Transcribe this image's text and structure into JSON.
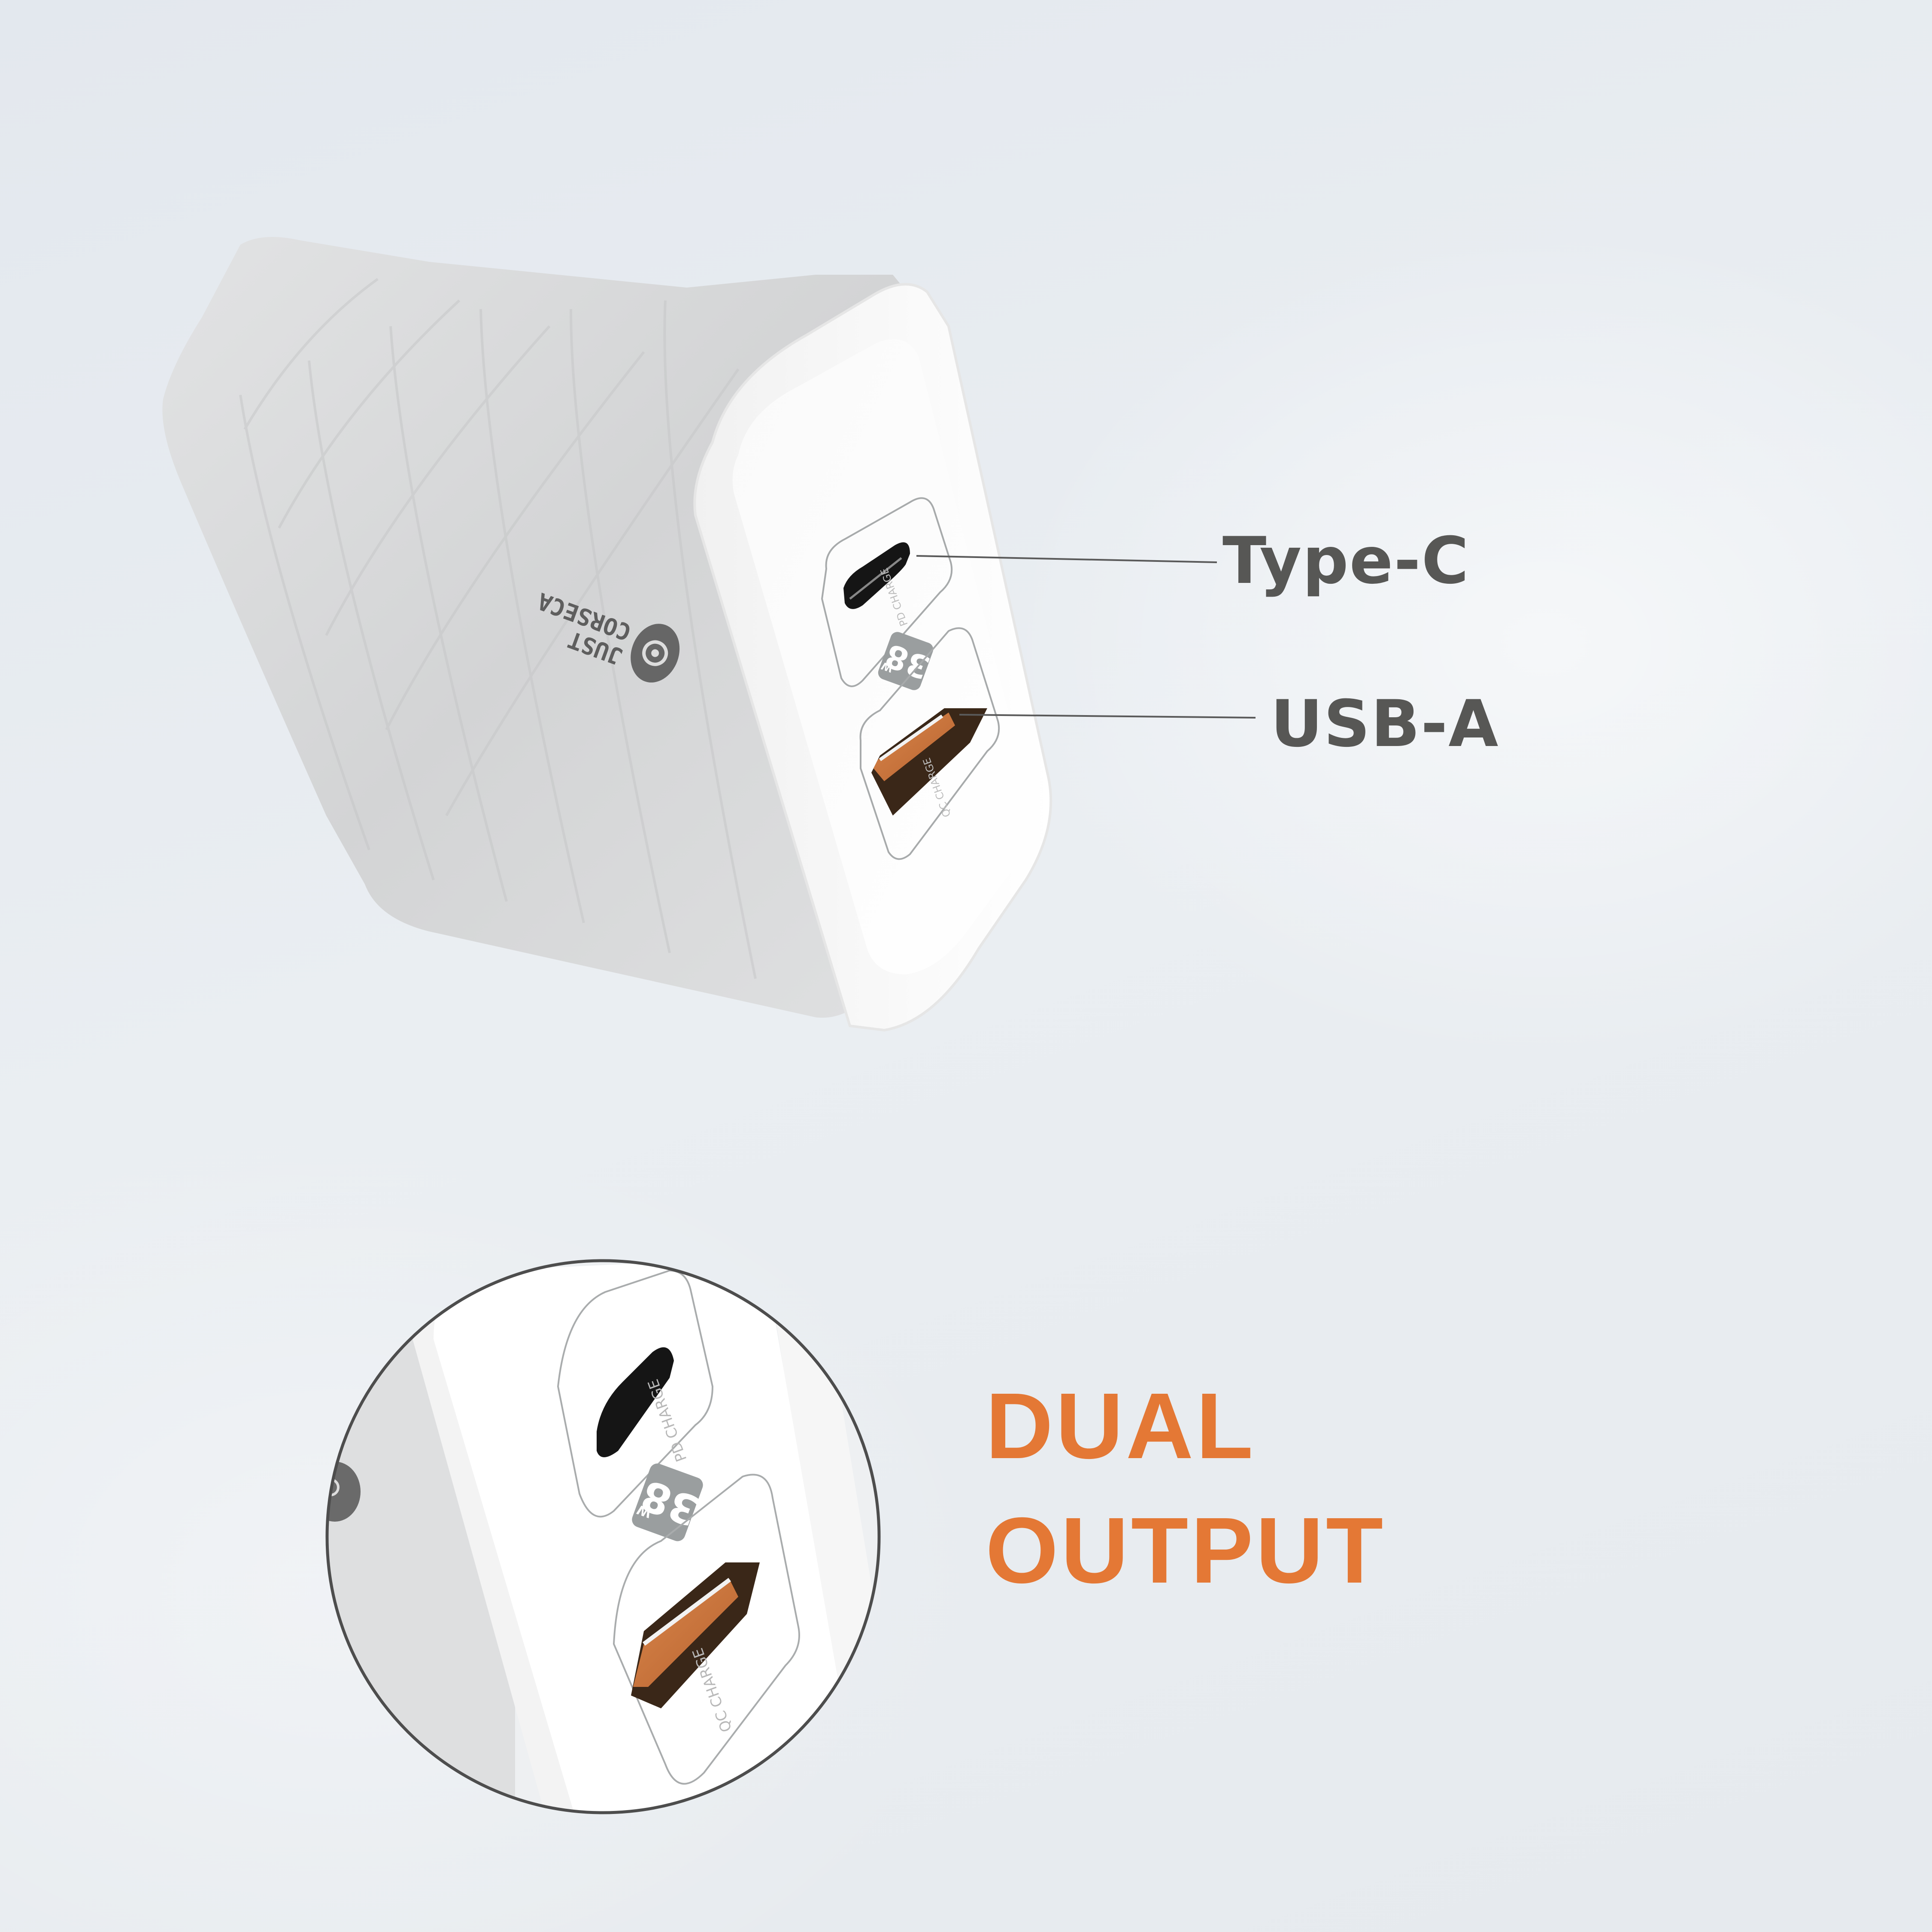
{
  "product": {
    "brand": "JUST CORSECA",
    "brand_lines": [
      "JUST",
      "CORSECA"
    ],
    "power_badge": {
      "value": "38",
      "unit": "W"
    },
    "ports": [
      {
        "id": "type-c",
        "callout": "Type-C",
        "engraving": "PD CHARGE"
      },
      {
        "id": "usb-a",
        "callout": "USB-A",
        "engraving": "QC CHARGE"
      }
    ]
  },
  "callouts": {
    "type_c": "Type-C",
    "usb_a": "USB-A"
  },
  "headline": {
    "line1": "DUAL",
    "line2": "OUTPUT"
  },
  "colors": {
    "background": "#e7ebef",
    "accent_orange": "#e47835",
    "label_gray": "#575755",
    "badge_gray": "#9a9e9f",
    "usb_port_orange": "#c8743a",
    "magnifier_ring": "#4d4d4d"
  }
}
